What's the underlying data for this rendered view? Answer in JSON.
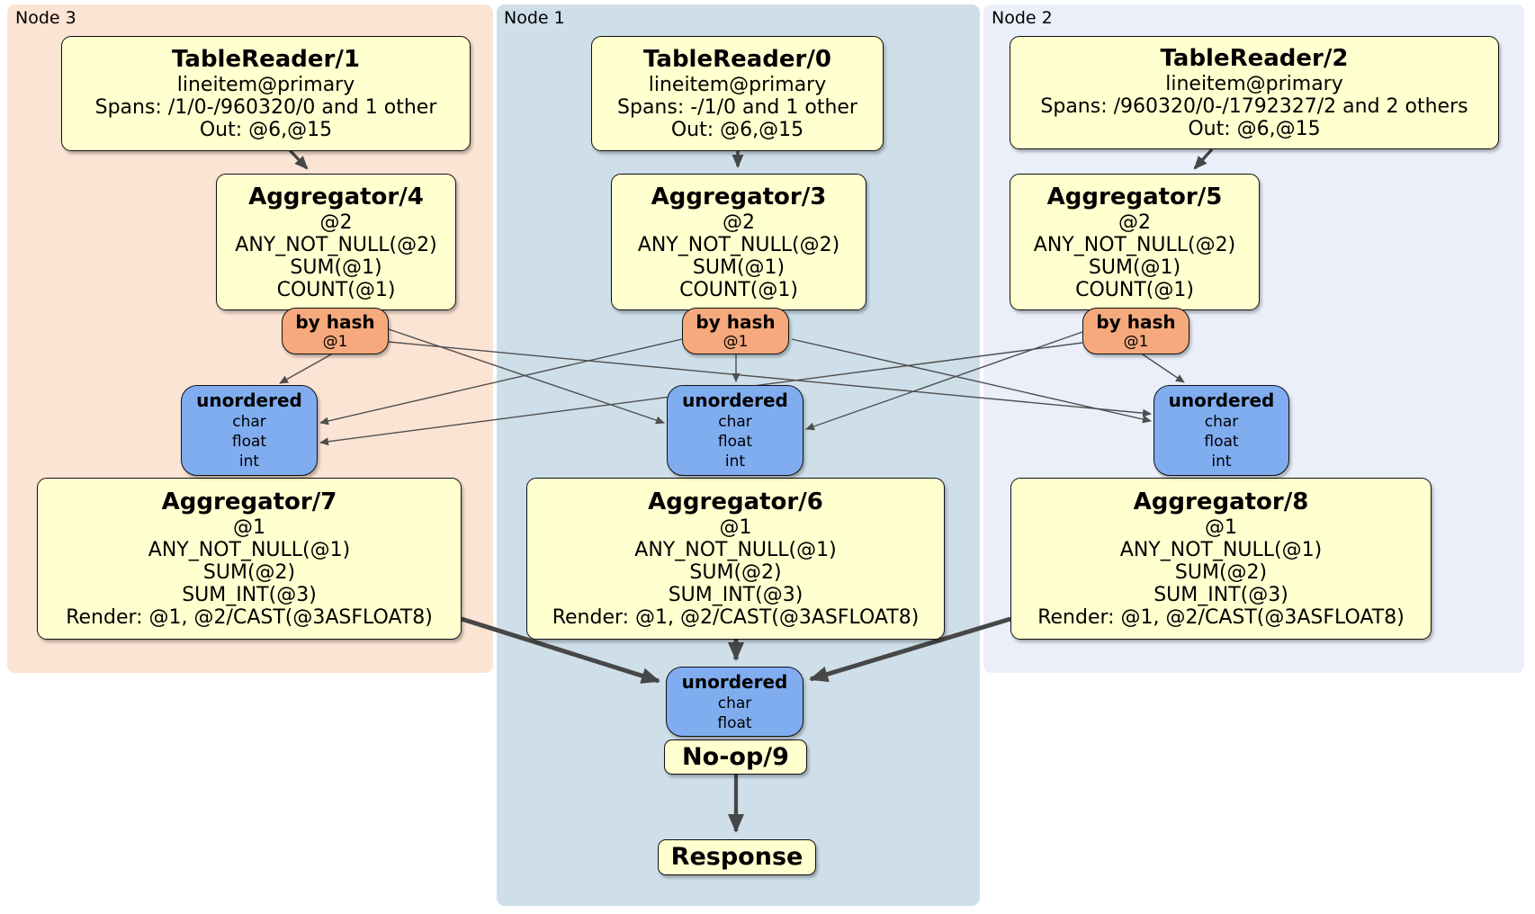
{
  "nodes": {
    "node3": "Node 3",
    "node1": "Node 1",
    "node2": "Node 2"
  },
  "p": {
    "tr1": {
      "title": "TableReader/1",
      "l1": "lineitem@primary",
      "l2": "Spans: /1/0-/960320/0 and 1 other",
      "l3": "Out: @6,@15"
    },
    "tr0": {
      "title": "TableReader/0",
      "l1": "lineitem@primary",
      "l2": "Spans: -/1/0 and 1 other",
      "l3": "Out: @6,@15"
    },
    "tr2": {
      "title": "TableReader/2",
      "l1": "lineitem@primary",
      "l2": "Spans: /960320/0-/1792327/2 and 2 others",
      "l3": "Out: @6,@15"
    },
    "agg4": {
      "title": "Aggregator/4",
      "l1": "@2",
      "l2": "ANY_NOT_NULL(@2)",
      "l3": "SUM(@1)",
      "l4": "COUNT(@1)"
    },
    "agg3": {
      "title": "Aggregator/3",
      "l1": "@2",
      "l2": "ANY_NOT_NULL(@2)",
      "l3": "SUM(@1)",
      "l4": "COUNT(@1)"
    },
    "agg5": {
      "title": "Aggregator/5",
      "l1": "@2",
      "l2": "ANY_NOT_NULL(@2)",
      "l3": "SUM(@1)",
      "l4": "COUNT(@1)"
    },
    "agg7": {
      "title": "Aggregator/7",
      "l1": "@1",
      "l2": "ANY_NOT_NULL(@1)",
      "l3": "SUM(@2)",
      "l4": "SUM_INT(@3)",
      "l5": "Render: @1, @2/CAST(@3ASFLOAT8)"
    },
    "agg6": {
      "title": "Aggregator/6",
      "l1": "@1",
      "l2": "ANY_NOT_NULL(@1)",
      "l3": "SUM(@2)",
      "l4": "SUM_INT(@3)",
      "l5": "Render: @1, @2/CAST(@3ASFLOAT8)"
    },
    "agg8": {
      "title": "Aggregator/8",
      "l1": "@1",
      "l2": "ANY_NOT_NULL(@1)",
      "l3": "SUM(@2)",
      "l4": "SUM_INT(@3)",
      "l5": "Render: @1, @2/CAST(@3ASFLOAT8)"
    },
    "noop": {
      "title": "No-op/9"
    },
    "response": {
      "title": "Response"
    }
  },
  "r": {
    "hash4": {
      "title": "by hash",
      "l1": "@1"
    },
    "hash3": {
      "title": "by hash",
      "l1": "@1"
    },
    "hash5": {
      "title": "by hash",
      "l1": "@1"
    }
  },
  "s": {
    "sync7": {
      "title": "unordered",
      "l1": "char",
      "l2": "float",
      "l3": "int"
    },
    "sync6": {
      "title": "unordered",
      "l1": "char",
      "l2": "float",
      "l3": "int"
    },
    "sync8": {
      "title": "unordered",
      "l1": "char",
      "l2": "float",
      "l3": "int"
    },
    "syncFinal": {
      "title": "unordered",
      "l1": "char",
      "l2": "float"
    }
  },
  "colors": {
    "processor_fill": "#ffffcf",
    "router_fill": "#f6a97c",
    "sync_fill": "#80adf0",
    "node3_bg": "#fce4d4",
    "node1_bg": "#cfdfe9",
    "node2_bg": "#eaeffa",
    "edge": "#474747",
    "border": "#111111"
  }
}
